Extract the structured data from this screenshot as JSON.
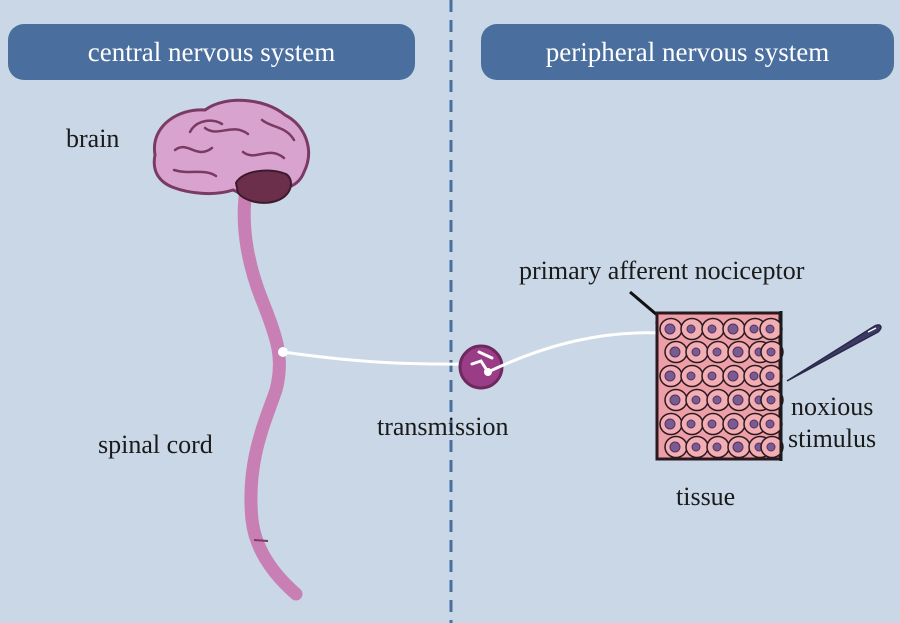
{
  "sections": {
    "left_title": "central nervous system",
    "right_title": "peripheral nervous system"
  },
  "labels": {
    "brain": "brain",
    "spinal_cord": "spinal cord",
    "transmission": "transmission",
    "primary_afferent_nociceptor": "primary afferent nociceptor",
    "noxious": "noxious",
    "stimulus": "stimulus",
    "tissue": "tissue"
  },
  "colors": {
    "background": "#c9d7e6",
    "header_pill": "#4a6f9f",
    "divider": "#4a6f9f",
    "spinal_cord": "#c87fb4",
    "brain": "#d9a3cf",
    "cerebellum": "#6b2f4b",
    "tissue_cell": "#ee9ea6",
    "cell_nucleus": "#7b5a91",
    "ganglion": "#9b3c86",
    "nerve_fiber": "#ffffff"
  }
}
